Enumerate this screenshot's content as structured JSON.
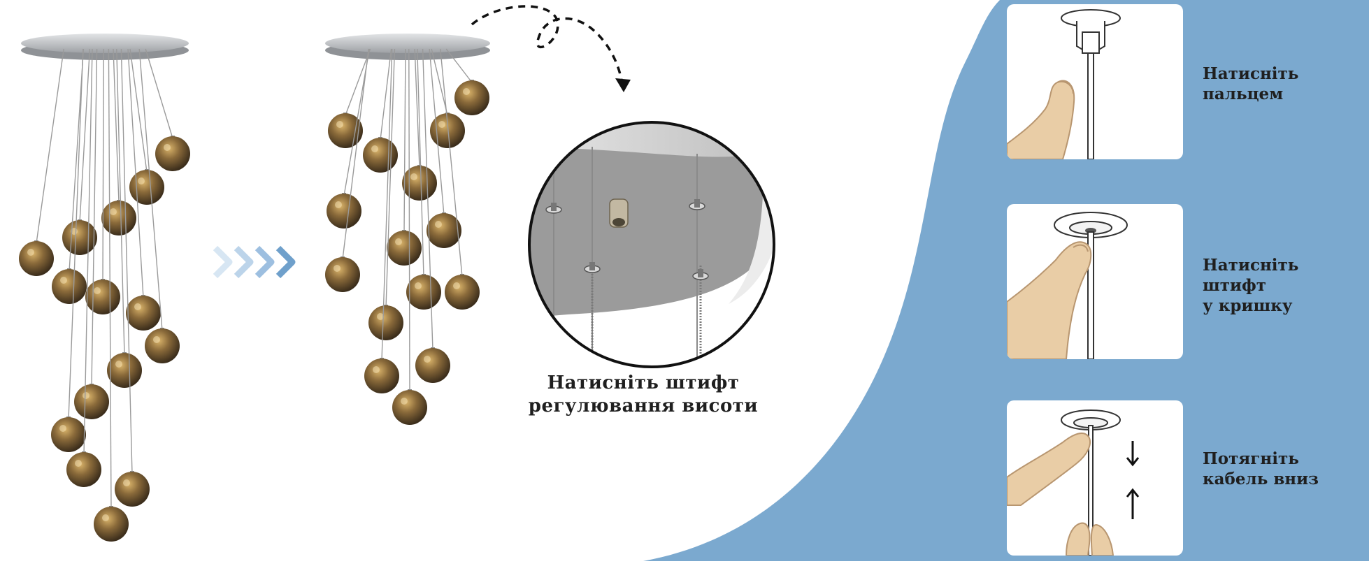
{
  "captions": {
    "center_line1": "Натисніть штифт",
    "center_line2": "регулювання висоти"
  },
  "steps": [
    {
      "line1": "Натисніть",
      "line2": "пальцем",
      "icon": "finger-press-icon"
    },
    {
      "line1": "Натисніть штифт",
      "line2": "у кришку",
      "icon": "pin-press-icon"
    },
    {
      "line1": "Потягніть",
      "line2": "кабель вниз",
      "icon": "cable-pull-icon"
    }
  ],
  "colors": {
    "blue_panel": "#7ba9cf",
    "arrow_light": "#d7e6f3",
    "arrow_dark": "#6fa0cb",
    "canopy": "#b9bcc0",
    "globe": "#6b5330",
    "skin": "#e9cda6"
  }
}
